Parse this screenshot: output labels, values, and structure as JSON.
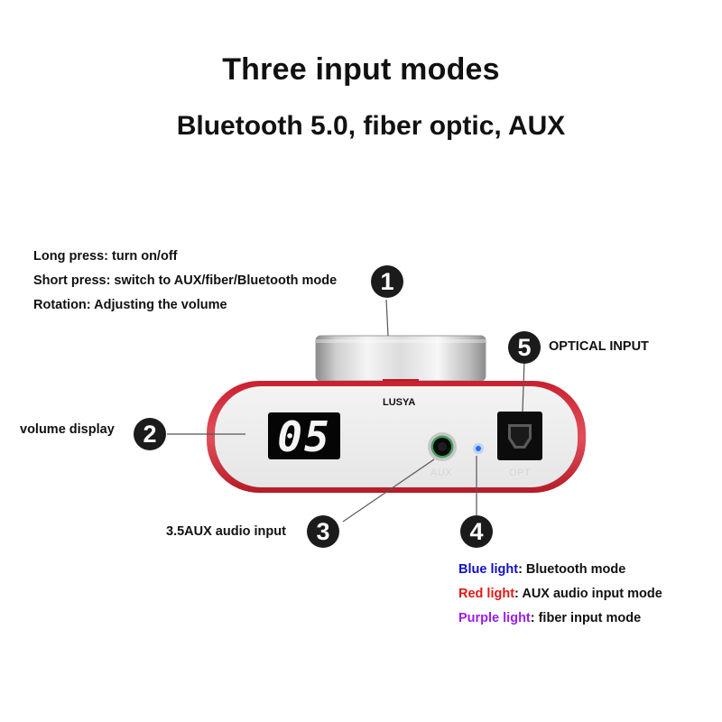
{
  "title": "Three input modes",
  "subtitle": "Bluetooth 5.0, fiber optic, AUX",
  "knob_notes": [
    "Long press: turn on/off",
    "Short press: switch to AUX/fiber/Bluetooth mode",
    "Rotation: Adjusting the volume"
  ],
  "callouts": {
    "knob": {
      "number": "1"
    },
    "display": {
      "number": "2",
      "label": "volume display"
    },
    "aux": {
      "number": "3",
      "label": "3.5AUX audio input"
    },
    "light": {
      "number": "4"
    },
    "optical": {
      "number": "5",
      "label": "OPTICAL INPUT"
    }
  },
  "device": {
    "brand": "LUSYA",
    "display_value": "05",
    "aux_port_label": "AUX",
    "optical_port_label": "OPT",
    "body_color": "#d42a35",
    "face_color": "#ededed"
  },
  "light_legend": [
    {
      "color_name": "Blue light",
      "description": ": Bluetooth mode",
      "color": "#1010c8"
    },
    {
      "color_name": "Red light",
      "description": ": AUX audio input mode",
      "color": "#e01818"
    },
    {
      "color_name": "Purple light",
      "description": ": fiber input mode",
      "color": "#9b1ee8"
    }
  ]
}
